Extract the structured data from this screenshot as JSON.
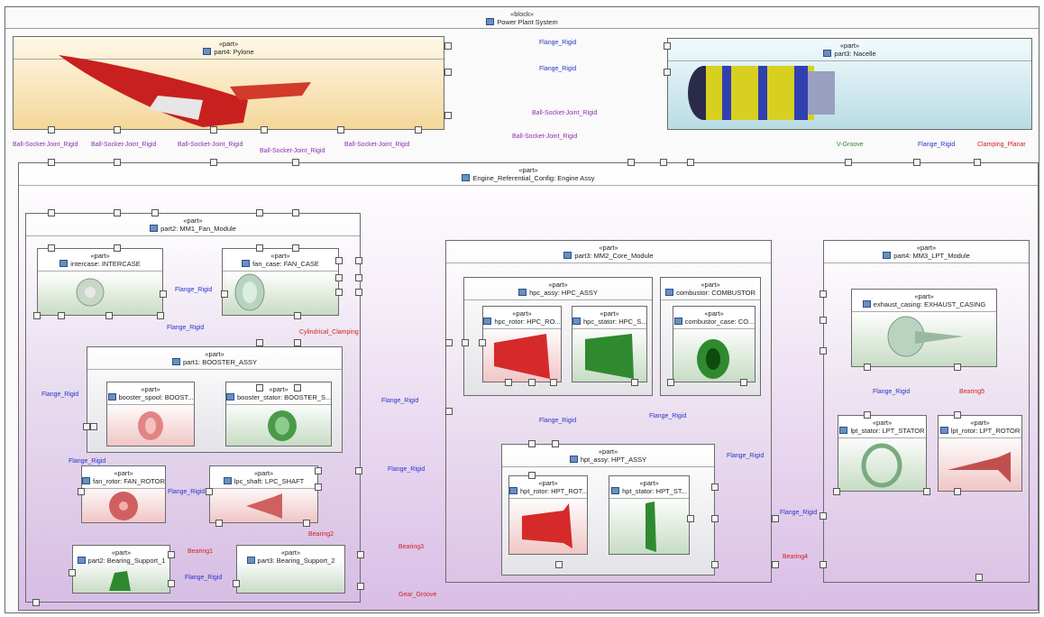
{
  "system": {
    "stereotype": "«block»",
    "title": "Power Plant System"
  },
  "pylone": {
    "stereotype": "«part»",
    "title": "part4: Pylone"
  },
  "nacelle": {
    "stereotype": "«part»",
    "title": "part3: Nacelle"
  },
  "engine": {
    "stereotype": "«part»",
    "title": "Engine_Referential_Config: Engine Assy"
  },
  "fan_module": {
    "stereotype": "«part»",
    "title": "part2: MM1_Fan_Module"
  },
  "intercase": {
    "stereotype": "«part»",
    "title": "intercase: INTERCASE"
  },
  "fan_case": {
    "stereotype": "«part»",
    "title": "fan_case: FAN_CASE"
  },
  "booster": {
    "stereotype": "«part»",
    "title": "part1: BOOSTER_ASSY"
  },
  "booster_spool": {
    "stereotype": "«part»",
    "title": "booster_spool: BOOST..."
  },
  "booster_stator": {
    "stereotype": "«part»",
    "title": "booster_stator: BOOSTER_S..."
  },
  "fan_rotor": {
    "stereotype": "«part»",
    "title": "fan_rotor: FAN_ROTOR"
  },
  "lpc_shaft": {
    "stereotype": "«part»",
    "title": "lpc_shaft: LPC_SHAFT"
  },
  "bearing_support_1": {
    "stereotype": "«part»",
    "title": "part2: Bearing_Support_1"
  },
  "bearing_support_2": {
    "stereotype": "«part»",
    "title": "part3: Bearing_Support_2"
  },
  "core": {
    "stereotype": "«part»",
    "title": "part3: MM2_Core_Module"
  },
  "hpc_assy": {
    "stereotype": "«part»",
    "title": "hpc_assy: HPC_ASSY"
  },
  "hpc_rotor": {
    "stereotype": "«part»",
    "title": "hpc_rotor: HPC_RO..."
  },
  "hpc_stator": {
    "stereotype": "«part»",
    "title": "hpc_stator: HPC_S..."
  },
  "combustor": {
    "stereotype": "«part»",
    "title": "combustor: COMBUSTOR"
  },
  "combustor_case": {
    "stereotype": "«part»",
    "title": "combustor_case: CO..."
  },
  "hpt_assy": {
    "stereotype": "«part»",
    "title": "hpt_assy: HPT_ASSY"
  },
  "hpt_rotor": {
    "stereotype": "«part»",
    "title": "hpt_rotor: HPT_ROT..."
  },
  "hpt_stator": {
    "stereotype": "«part»",
    "title": "hpt_stator: HPT_ST..."
  },
  "lpt_module": {
    "stereotype": "«part»",
    "title": "part4: MM3_LPT_Module"
  },
  "exhaust": {
    "stereotype": "«part»",
    "title": "exhaust_casing: EXHAUST_CASING"
  },
  "lpt_stator": {
    "stereotype": "«part»",
    "title": "lpt_stator: LPT_STATOR"
  },
  "lpt_rotor": {
    "stereotype": "«part»",
    "title": "lpt_rotor: LPT_ROTOR"
  },
  "connectors": {
    "flange_rigid": "Flange_Rigid",
    "ball_socket": "Ball-Socket-Joint_Rigid",
    "v_groove": "V-Groove",
    "clamping_planar": "Clamping_Planar",
    "cylindrical_clamping": "Cylindrical_Clamping",
    "bearing1": "Bearing1",
    "bearing2": "Bearing2",
    "bearing3": "Bearing3",
    "bearing4": "Bearing4",
    "bearing5": "Bearing5",
    "gear_groove": "Gear_Groove"
  },
  "colors": {
    "flange": "#2833c8",
    "ball_socket": "#8e2fb0",
    "bearing": "#d02020",
    "v_groove": "#2f8a2f"
  }
}
